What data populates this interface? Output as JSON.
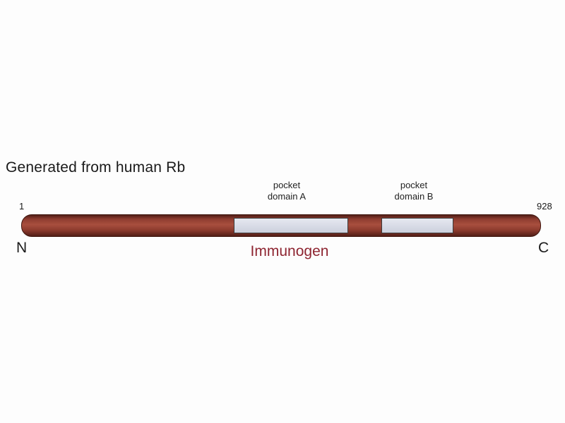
{
  "title": "Generated from human Rb",
  "diagram": {
    "start_residue": "1",
    "end_residue": "928",
    "n_terminus": "N",
    "c_terminus": "C",
    "immunogen_label": "Immunogen",
    "domains": [
      {
        "label_line1": "pocket",
        "label_line2": "domain A"
      },
      {
        "label_line1": "pocket",
        "label_line2": "domain B"
      }
    ]
  },
  "colors": {
    "bg": "#fdfdfd",
    "text": "#1a1a1a",
    "bar-dark": "#521e17",
    "bar-light": "#a84f3e",
    "domain-fill": "#ccd0dd",
    "domain-border": "#3b3b3b",
    "immunogen": "#8e2531"
  }
}
